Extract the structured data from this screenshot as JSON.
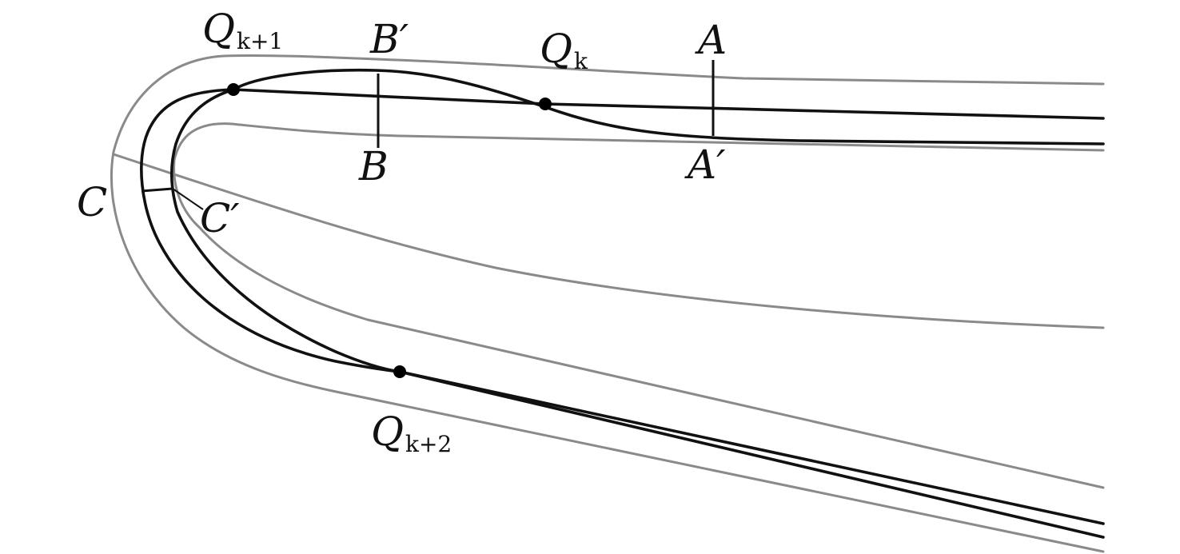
{
  "colors": {
    "boundary": "#8a8a8a",
    "path": "#111111",
    "point": "#000000",
    "background": "#ffffff"
  },
  "labels": {
    "q_k1_main": "Q",
    "q_k1_sub": "k+1",
    "b_prime": "B′",
    "q_k_main": "Q",
    "q_k_sub": "k",
    "a": "A",
    "b": "B",
    "a_prime": "A′",
    "c": "C",
    "c_prime": "C′",
    "q_k2_main": "Q",
    "q_k2_sub": "k+2"
  }
}
